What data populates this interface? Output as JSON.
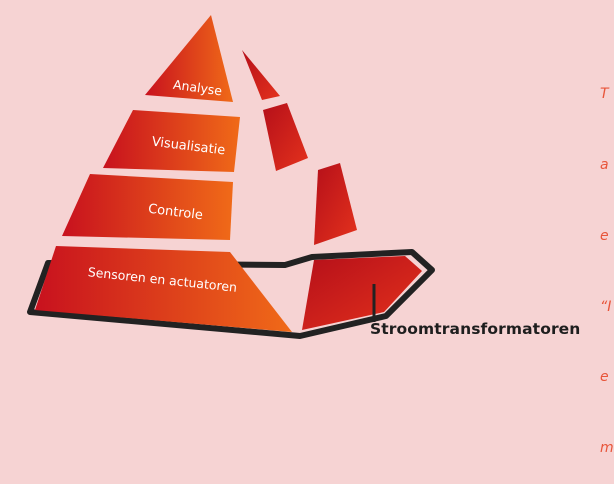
{
  "pyramid": {
    "layers": [
      {
        "label": "Analyse"
      },
      {
        "label": "Visualisatie"
      },
      {
        "label": "Controle"
      },
      {
        "label": "Sensoren en actuatoren"
      }
    ],
    "callout_label": "Stroomtransformatoren"
  },
  "side_text": {
    "lines": [
      "T",
      "a",
      "e",
      "“I",
      "e",
      "m"
    ]
  },
  "colors": {
    "background": "#f6d3d3",
    "layer_gradient_start": "#c8111e",
    "layer_gradient_end": "#f06a18",
    "side_face": "#d11b1f",
    "outline": "#222222",
    "label_text": "#ffffff",
    "side_text": "#e8553a"
  }
}
